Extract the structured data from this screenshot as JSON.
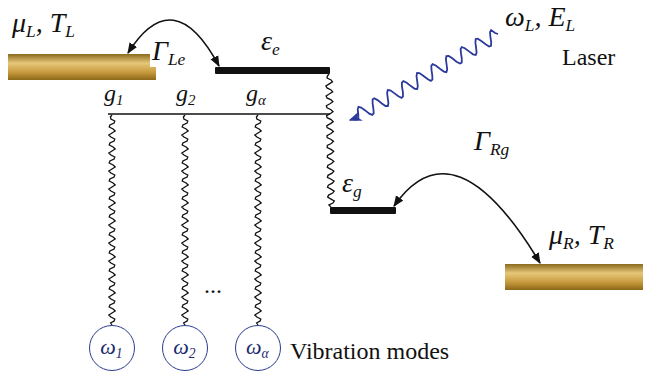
{
  "diagram": {
    "nodes": [
      {
        "text": [
          "μL, TL"
        ]
      },
      {
        "text": [
          "εe"
        ]
      },
      {
        "text": [
          "εg"
        ]
      },
      {
        "text": [
          "μR, TR"
        ]
      },
      {
        "text": [
          "ω1"
        ]
      },
      {
        "text": [
          "ω2"
        ]
      },
      {
        "text": [
          "ωα"
        ]
      }
    ],
    "edges": [
      {
        "from": 1,
        "to": 0,
        "arrow": "both",
        "label": "ΓLe"
      },
      {
        "from": 1,
        "to": 2,
        "arrow": "none"
      },
      {
        "from": 2,
        "to": 3,
        "arrow": "both",
        "label": "ΓRg"
      }
    ],
    "labels": [
      "g1",
      "g2",
      "gα",
      "ωL, EL",
      "Laser",
      "...",
      "Vibration modes"
    ]
  }
}
